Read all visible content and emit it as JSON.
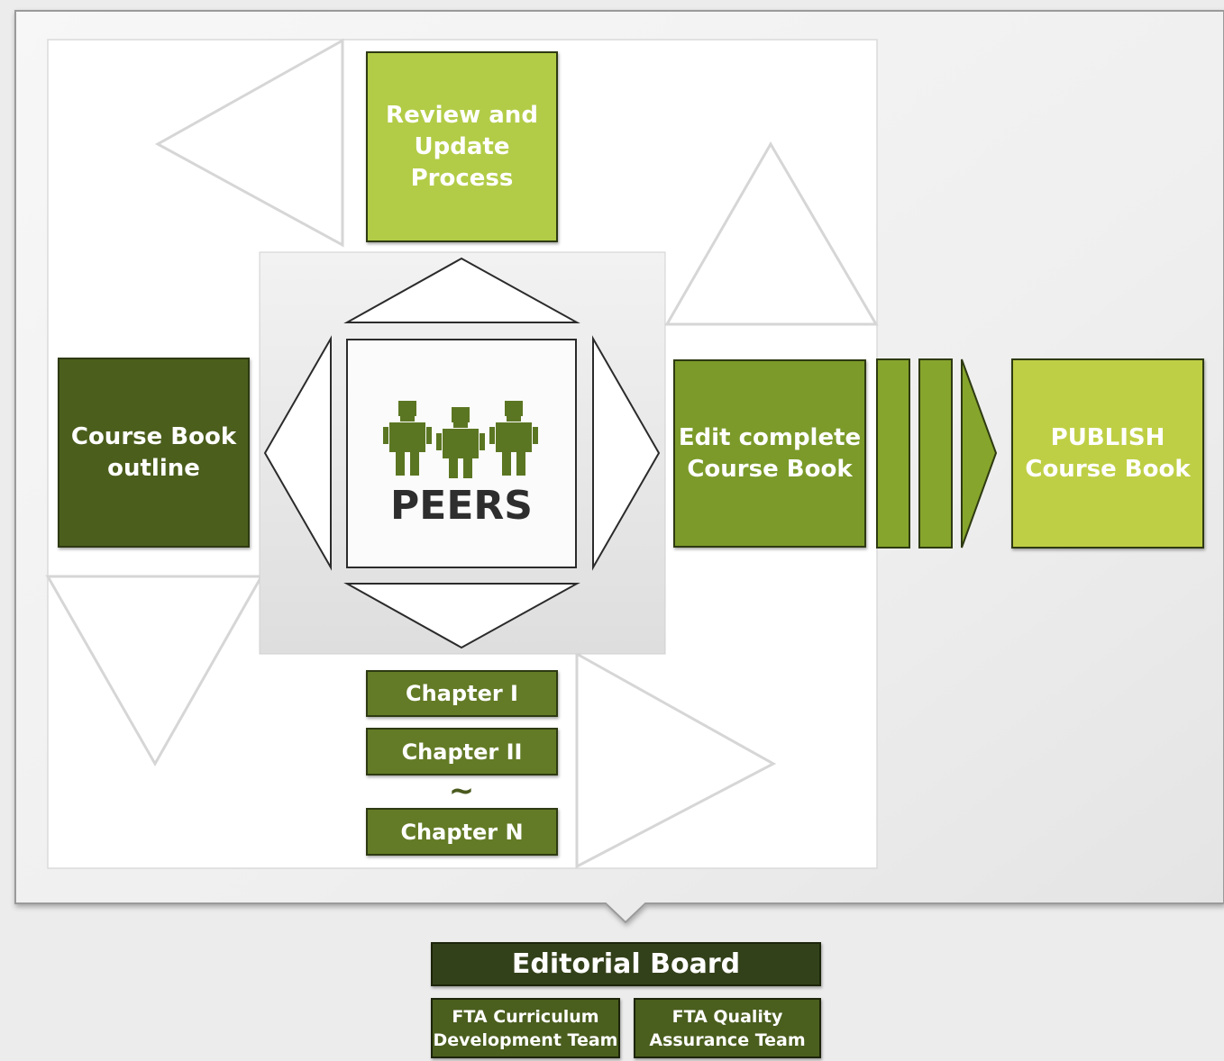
{
  "diagram": {
    "center": {
      "label": "PEERS"
    },
    "review": {
      "label": "Review and\nUpdate\nProcess"
    },
    "outline": {
      "label": "Course Book\noutline"
    },
    "edit": {
      "label": "Edit complete\nCourse Book"
    },
    "publish": {
      "label": "PUBLISH\nCourse Book"
    },
    "chapters": [
      {
        "label": "Chapter I"
      },
      {
        "label": "Chapter II"
      },
      {
        "label": "Chapter N"
      }
    ],
    "chapter_gap": {
      "label": "~"
    },
    "editorial_board": {
      "title": "Editorial Board",
      "teams": [
        {
          "label": "FTA Curriculum\nDevelopment Team"
        },
        {
          "label": "FTA Quality\nAssurance Team"
        }
      ]
    }
  },
  "colors": {
    "dark_olive": "#4b5e1c",
    "mid_green": "#7b9a2a",
    "lime": "#b0cc45",
    "publish": "#bfcf45",
    "board": "#33411a",
    "team": "#4a5e1e",
    "chapter": "#637b26",
    "peers_icon": "#5b7622",
    "panel": "#ffffff"
  }
}
